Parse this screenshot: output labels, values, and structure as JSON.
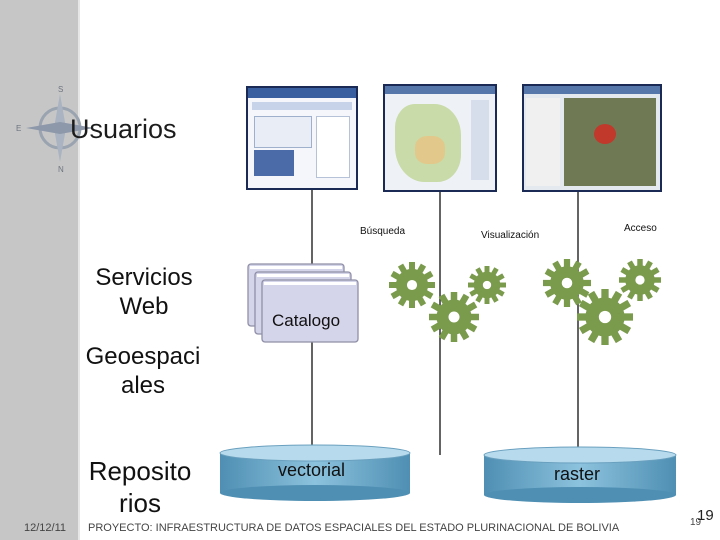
{
  "title": "Usuarios",
  "compass": {
    "north": "S",
    "south": "N",
    "west": "E"
  },
  "left_labels": {
    "servicios": [
      "Servicios",
      "Web"
    ],
    "geoespaciales": [
      "Geoespaci",
      "ales"
    ],
    "repositorios": [
      "Reposito",
      "rios"
    ]
  },
  "service_labels": {
    "busqueda": "Búsqueda",
    "visualizacion": "Visualización",
    "acceso": "Acceso"
  },
  "catalog_label": "Catalogo",
  "repositories": {
    "vectorial": "vectorial",
    "raster": "raster"
  },
  "footer": {
    "date": "12/12/11",
    "text": "PROYECTO: INFRAESTRUCTURA DE DATOS ESPACIALES DEL ESTADO PLURINACIONAL DE BOLIVIA",
    "page_small": "19",
    "page_big": "19"
  },
  "colors": {
    "gear": "#7a9a4c",
    "cylinder": "#6aa7c8",
    "catalog_card": "#d4d4ea",
    "sidebar": "#c6c6c6"
  },
  "icons": [
    "compass-icon",
    "gear-icon",
    "document-stack-icon",
    "database-cylinder-icon"
  ]
}
